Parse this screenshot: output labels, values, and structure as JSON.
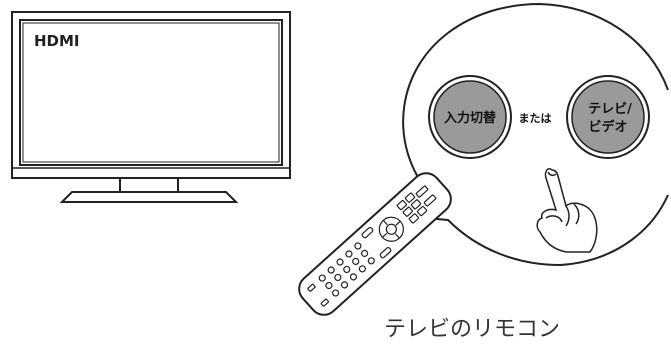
{
  "tv": {
    "screen_label": "HDMI"
  },
  "callout": {
    "button_input": "入力切替",
    "connector": "または",
    "button_tv_video_line1": "テレビ/",
    "button_tv_video_line2": "ビデオ"
  },
  "remote": {
    "caption": "テレビのリモコン"
  },
  "colors": {
    "outline": "#222222",
    "button_fill": "#9a9a9a",
    "button_ring": "#ffffff",
    "screen_fill": "#ffffff"
  }
}
